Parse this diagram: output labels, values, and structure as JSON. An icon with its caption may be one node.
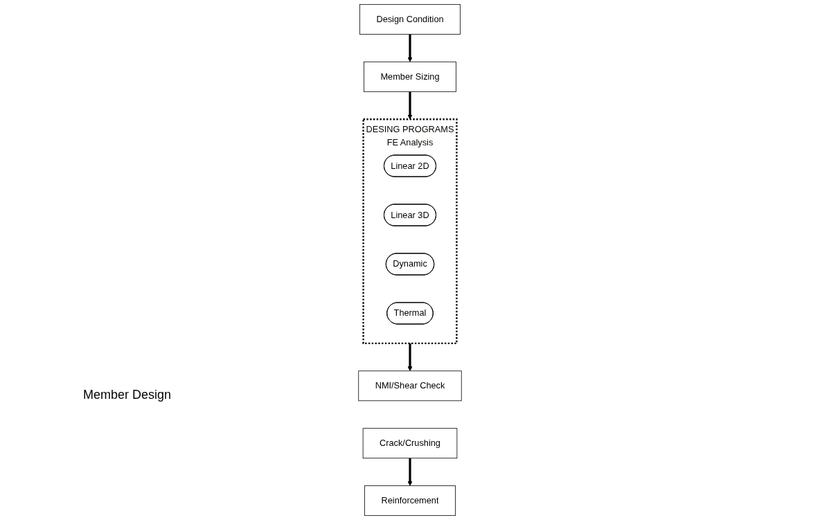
{
  "diagram": {
    "nodes": [
      {
        "text": [
          "Design Condition"
        ]
      },
      {
        "text": [
          "Member Sizing"
        ]
      },
      {
        "text": [
          "DESING PROGRAMS",
          "FE Analysis"
        ]
      },
      {
        "text": [
          "Linear 2D"
        ],
        "in": 2
      },
      {
        "text": [
          "Linear 3D"
        ],
        "in": 2
      },
      {
        "text": [
          "Dynamic"
        ],
        "in": 2
      },
      {
        "text": [
          "Thermal"
        ],
        "in": 2
      },
      {
        "text": [
          "NMI/Shear Check"
        ]
      },
      {
        "text": [
          "Crack/Crushing"
        ]
      },
      {
        "text": [
          "Reinforcement"
        ]
      }
    ],
    "edges": [
      {
        "from": 0,
        "to": 1,
        "arrow": "to"
      },
      {
        "from": 1,
        "to": 2,
        "arrow": "to"
      },
      {
        "from": 2,
        "to": 7,
        "arrow": "to"
      },
      {
        "from": 8,
        "to": 9,
        "arrow": "to"
      }
    ],
    "labels": [
      "Member Design"
    ]
  }
}
